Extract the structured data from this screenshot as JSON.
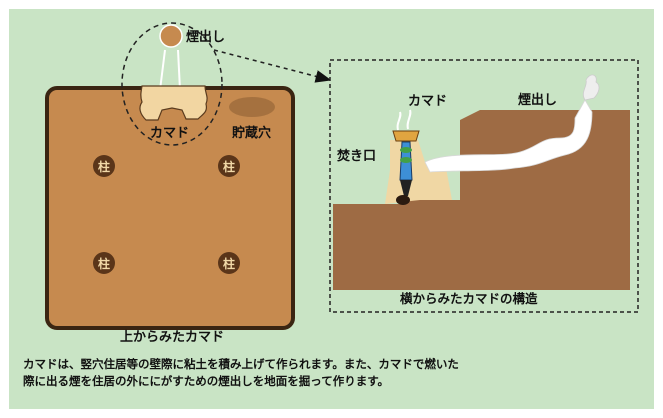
{
  "colors": {
    "background": "#c9e4c5",
    "floor": "#c68a4f",
    "floor_border": "#3a2512",
    "ground": "#9e6b44",
    "kamado": "#f2d6a2",
    "storage_pit": "#a5713f",
    "smoke": "#ffffff"
  },
  "labels": {
    "chimney_top": "煙出し",
    "kamado_top": "カマド",
    "storage_pit": "貯蔵穴",
    "pillar": "柱",
    "top_view_title": "上からみたカマド",
    "kamado_side": "カマド",
    "chimney_side": "煙出し",
    "fire_mouth": "焚き口",
    "side_view_title": "横からみたカマドの構造"
  },
  "caption": {
    "line1": "カマドは、竪穴住居等の壁際に粘土を積み上げて作られます。また、カマドで燃いた",
    "line2": "際に出る煙を住居の外ににがすための煙出しを地面を掘って作ります。"
  }
}
